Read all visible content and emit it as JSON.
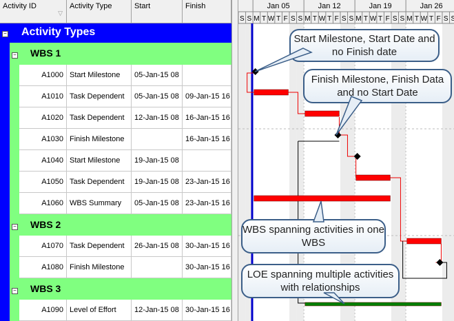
{
  "columns": {
    "id": "Activity ID",
    "type": "Activity Type",
    "start": "Start",
    "finish": "Finish"
  },
  "groups": {
    "root": "Activity Types",
    "wbs1": "WBS 1",
    "wbs2": "WBS 2",
    "wbs3": "WBS 3"
  },
  "activities": [
    {
      "id": "A1000",
      "type": "Start Milestone",
      "start": "05-Jan-15 08",
      "finish": ""
    },
    {
      "id": "A1010",
      "type": "Task Dependent",
      "start": "05-Jan-15 08",
      "finish": "09-Jan-15 16"
    },
    {
      "id": "A1020",
      "type": "Task Dependent",
      "start": "12-Jan-15 08",
      "finish": "16-Jan-15 16"
    },
    {
      "id": "A1030",
      "type": "Finish Milestone",
      "start": "",
      "finish": "16-Jan-15 16"
    },
    {
      "id": "A1040",
      "type": "Start Milestone",
      "start": "19-Jan-15 08",
      "finish": ""
    },
    {
      "id": "A1050",
      "type": "Task Dependent",
      "start": "19-Jan-15 08",
      "finish": "23-Jan-15 16"
    },
    {
      "id": "A1060",
      "type": "WBS Summary",
      "start": "05-Jan-15 08",
      "finish": "23-Jan-15 16"
    },
    {
      "id": "A1070",
      "type": "Task Dependent",
      "start": "26-Jan-15 08",
      "finish": "30-Jan-15 16"
    },
    {
      "id": "A1080",
      "type": "Finish Milestone",
      "start": "",
      "finish": "30-Jan-15 16"
    },
    {
      "id": "A1090",
      "type": "Level of Effort",
      "start": "12-Jan-15 08",
      "finish": "30-Jan-15 16"
    }
  ],
  "timeline": {
    "weeks": [
      "Jan 05",
      "Jan 12",
      "Jan 19",
      "Jan 26"
    ],
    "days": [
      "S",
      "S",
      "M",
      "T",
      "W",
      "T",
      "F",
      "S",
      "S",
      "M",
      "T",
      "W",
      "T",
      "F",
      "S",
      "S",
      "M",
      "T",
      "W",
      "T",
      "F",
      "S",
      "S",
      "M",
      "T",
      "W",
      "T",
      "F",
      "S",
      "S"
    ]
  },
  "callouts": {
    "c1": "Start Milestone, Start Date and no Finish date",
    "c2": "Finish Milestone, Finish Data and no Start Date",
    "c3": "WBS spanning activities in one WBS",
    "c4": "LOE spanning multiple activities with relationships"
  },
  "colors": {
    "root_band": "#0000ff",
    "wbs_band": "#80ff80",
    "bar": "#ff0000",
    "loe_bar": "#008000",
    "data_date": "#0000cc"
  }
}
